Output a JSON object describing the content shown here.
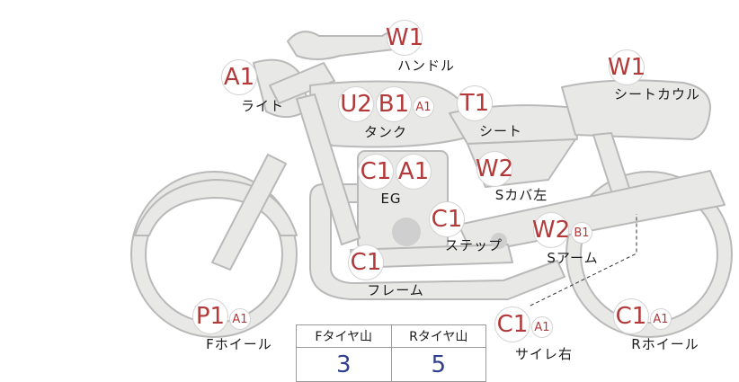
{
  "parts": [
    {
      "id": "handle",
      "label": "ハンドル",
      "badges": [
        {
          "code": "W1",
          "size": "lg"
        }
      ]
    },
    {
      "id": "light",
      "label": "ライト",
      "badges": [
        {
          "code": "A1",
          "size": "lg"
        }
      ]
    },
    {
      "id": "tank",
      "label": "タンク",
      "badges": [
        {
          "code": "U2",
          "size": "lg"
        },
        {
          "code": "B1",
          "size": "lg"
        },
        {
          "code": "A1",
          "size": "sm"
        }
      ]
    },
    {
      "id": "seat",
      "label": "シート",
      "badges": [
        {
          "code": "T1",
          "size": "lg"
        }
      ]
    },
    {
      "id": "seat-cowl",
      "label": "シートカウル",
      "badges": [
        {
          "code": "W1",
          "size": "lg"
        }
      ]
    },
    {
      "id": "engine",
      "label": "EG",
      "badges": [
        {
          "code": "C1",
          "size": "lg"
        },
        {
          "code": "A1",
          "size": "lg"
        }
      ]
    },
    {
      "id": "side-cover-left",
      "label": "Sカバ左",
      "badges": [
        {
          "code": "W2",
          "size": "lg"
        }
      ]
    },
    {
      "id": "step",
      "label": "ステップ",
      "badges": [
        {
          "code": "C1",
          "size": "lg"
        }
      ]
    },
    {
      "id": "swing-arm",
      "label": "Sアーム",
      "badges": [
        {
          "code": "W2",
          "size": "lg"
        },
        {
          "code": "B1",
          "size": "sm"
        }
      ]
    },
    {
      "id": "frame",
      "label": "フレーム",
      "badges": [
        {
          "code": "C1",
          "size": "lg"
        }
      ]
    },
    {
      "id": "front-wheel",
      "label": "Fホイール",
      "badges": [
        {
          "code": "P1",
          "size": "lg"
        },
        {
          "code": "A1",
          "size": "sm"
        }
      ]
    },
    {
      "id": "muffler-right",
      "label": "サイレ右",
      "badges": [
        {
          "code": "C1",
          "size": "lg"
        },
        {
          "code": "A1",
          "size": "sm"
        }
      ]
    },
    {
      "id": "rear-wheel",
      "label": "Rホイール",
      "badges": [
        {
          "code": "C1",
          "size": "lg"
        },
        {
          "code": "A1",
          "size": "sm"
        }
      ]
    }
  ],
  "tread_table": {
    "headers": [
      "Fタイヤ山",
      "Rタイヤ山"
    ],
    "values": [
      "3",
      "5"
    ]
  },
  "colors": {
    "part_fill": "#e8e8e6",
    "part_stroke": "#b9b9b9",
    "badge_text": "#b23a3a",
    "table_value": "#2d3f8e"
  }
}
